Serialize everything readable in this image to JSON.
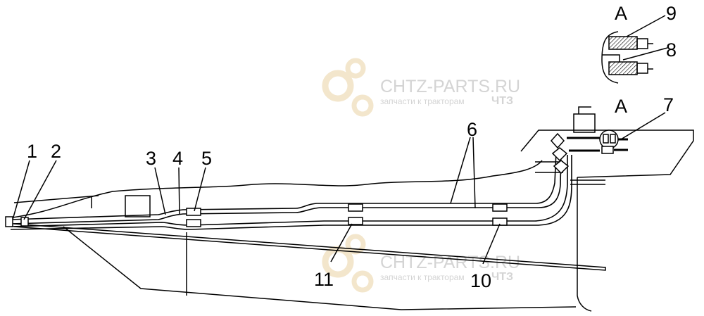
{
  "watermark": {
    "site": "CHTZ-PARTS.RU",
    "tagline": "запчасти к тракторам",
    "brand": "ЧТЗ",
    "gear_color": "#f3e6cc",
    "text_color": "#d4d4d4"
  },
  "callouts": {
    "c1": "1",
    "c2": "2",
    "c3": "3",
    "c4": "4",
    "c5": "5",
    "c6": "6",
    "c7": "7",
    "c8": "8",
    "c9": "9",
    "c10": "10",
    "c11": "11"
  },
  "views": {
    "detail_top": "A",
    "detail_main": "A"
  }
}
